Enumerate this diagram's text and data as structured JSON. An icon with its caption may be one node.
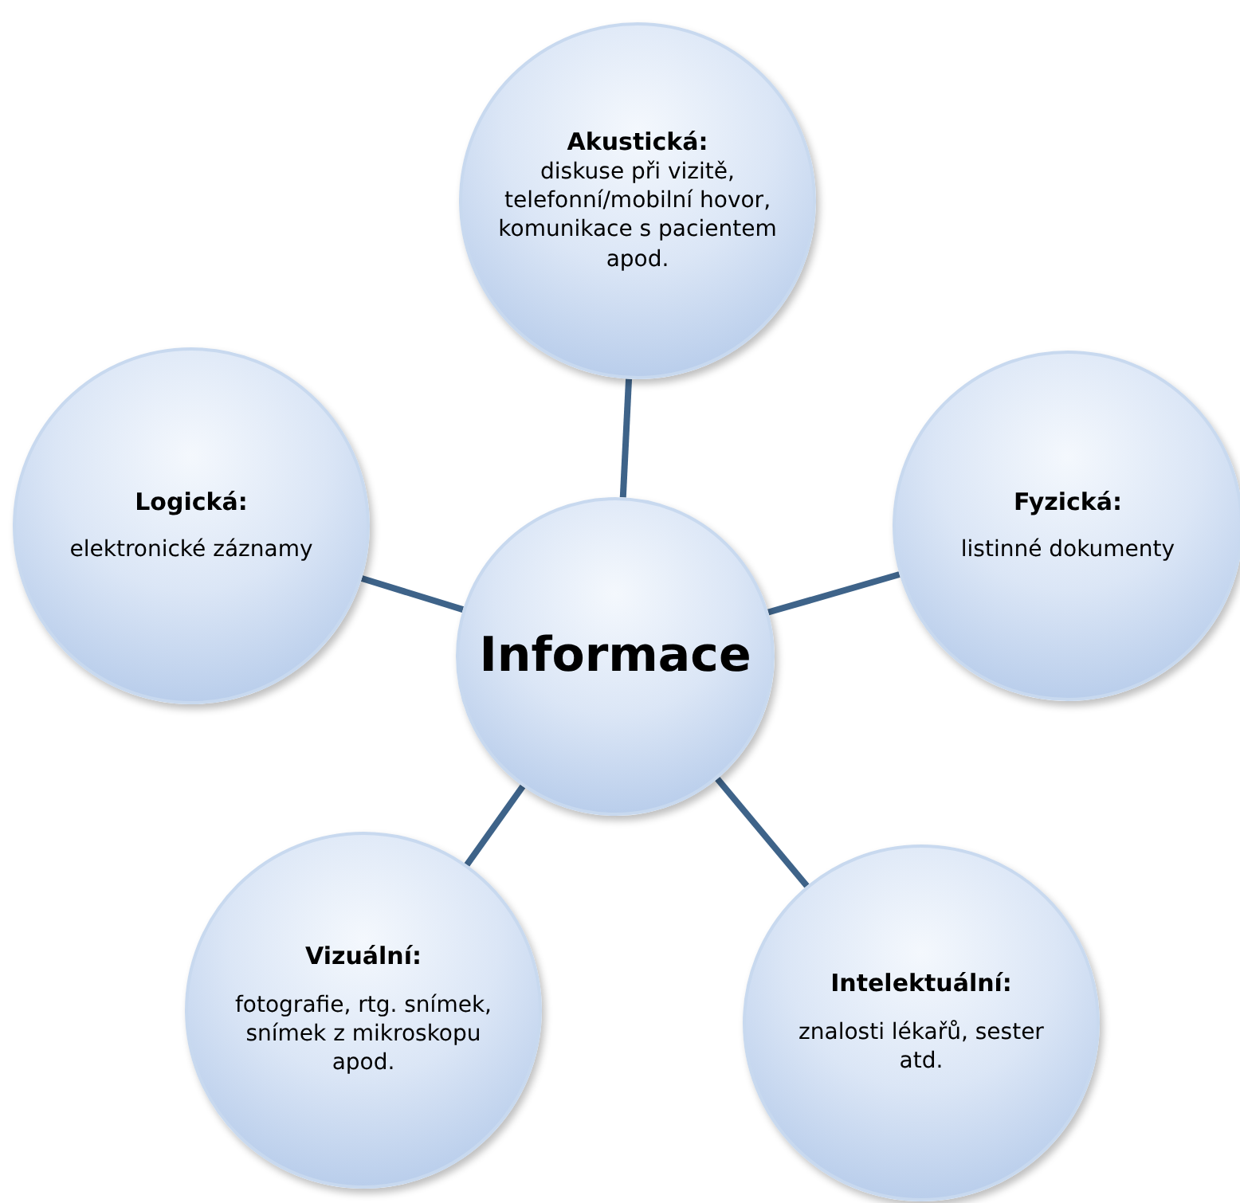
{
  "diagram": {
    "nodes": [
      {
        "text": [
          "Akustická:",
          "diskuse při vizitě, telefonní/mobilní hovor, komunikace s pacientem apod."
        ]
      },
      {
        "text": [
          "Logická:",
          "elektronické záznamy"
        ]
      },
      {
        "text": [
          "Fyzická:",
          "listinné dokumenty"
        ]
      },
      {
        "text": [
          "Informace"
        ]
      },
      {
        "text": [
          "Vizuální:",
          "fotografie, rtg. snímek, snímek z mikroskopu apod."
        ]
      },
      {
        "text": [
          "Intelektuální:",
          "znalosti lékařů, sester atd."
        ]
      }
    ],
    "edges": [
      {
        "from": 3,
        "to": 0,
        "arrow": "none"
      },
      {
        "from": 3,
        "to": 1,
        "arrow": "none"
      },
      {
        "from": 3,
        "to": 2,
        "arrow": "none"
      },
      {
        "from": 3,
        "to": 4,
        "arrow": "none"
      },
      {
        "from": 3,
        "to": 5,
        "arrow": "none"
      }
    ]
  }
}
